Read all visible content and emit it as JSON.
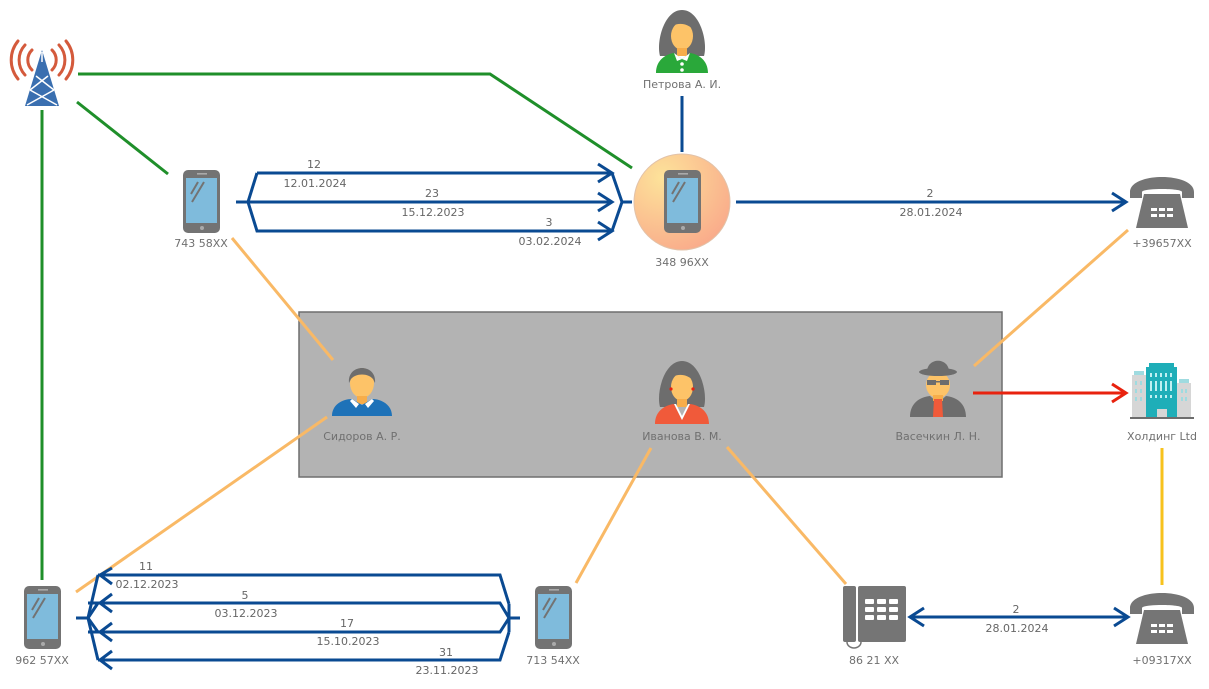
{
  "diagram": {
    "type": "link-analysis",
    "colors": {
      "call_link": "#0a4a92",
      "cell_tower_link": "#1f8f2a",
      "owner_link": "#f9b966",
      "ownership_company": "#e8220e",
      "phone_company": "#f7c21c",
      "group_fill": "#b3b3b3",
      "group_border": "#6e6e6e"
    },
    "nodes": {
      "tower": {
        "label": "",
        "icon": "cell-tower-icon"
      },
      "phone_743": {
        "label": "743 58XX",
        "icon": "smartphone-icon"
      },
      "phone_348": {
        "label": "348 96XX",
        "icon": "smartphone-icon",
        "highlighted": true
      },
      "petrova": {
        "label": "Петрова А. И.",
        "icon": "woman-icon"
      },
      "landline_39657": {
        "label": "+39657XX",
        "icon": "desk-phone-icon"
      },
      "sidorov": {
        "label": "Сидоров А. Р.",
        "icon": "man-icon"
      },
      "ivanova": {
        "label": "Иванова В. М.",
        "icon": "woman-icon"
      },
      "vasechkin": {
        "label": "Васечкин Л. Н.",
        "icon": "spy-icon"
      },
      "holding": {
        "label": "Холдинг Ltd",
        "icon": "office-building-icon"
      },
      "phone_962": {
        "label": "962 57XX",
        "icon": "smartphone-icon"
      },
      "phone_713": {
        "label": "713 54XX",
        "icon": "smartphone-icon"
      },
      "office_phone_8621": {
        "label": "86 21 XX",
        "icon": "office-phone-icon"
      },
      "landline_09317": {
        "label": "+09317XX",
        "icon": "desk-phone-icon"
      }
    },
    "group": {
      "label": "",
      "members": [
        "sidorov",
        "ivanova",
        "vasechkin"
      ]
    },
    "call_edges": [
      {
        "from": "phone_743",
        "to": "phone_348",
        "count": "12",
        "date": "12.01.2024"
      },
      {
        "from": "phone_743",
        "to": "phone_348",
        "count": "23",
        "date": "15.12.2023"
      },
      {
        "from": "phone_743",
        "to": "phone_348",
        "count": "3",
        "date": "03.02.2024"
      },
      {
        "from": "phone_348",
        "to": "landline_39657",
        "count": "2",
        "date": "28.01.2024"
      },
      {
        "from": "phone_713",
        "to": "phone_962",
        "count": "11",
        "date": "02.12.2023"
      },
      {
        "from": "phone_713",
        "to": "phone_962",
        "count": "5",
        "date": "03.12.2023"
      },
      {
        "from": "phone_713",
        "to": "phone_962",
        "count": "17",
        "date": "15.10.2023"
      },
      {
        "from": "phone_713",
        "to": "phone_962",
        "count": "31",
        "date": "23.11.2023"
      },
      {
        "from": "office_phone_8621",
        "to": "landline_09317",
        "count": "2",
        "date": "28.01.2024",
        "bidirectional": true
      }
    ]
  }
}
